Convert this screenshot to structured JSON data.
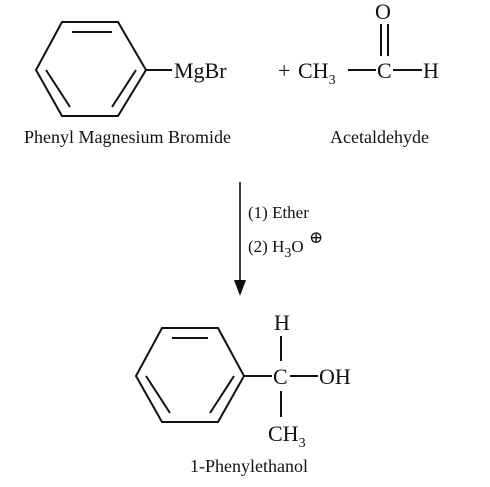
{
  "reactant1": {
    "group": "MgBr",
    "name": "Phenyl Magnesium Bromide"
  },
  "reactant2": {
    "plus": "+",
    "ch": "CH",
    "sub3": "3",
    "carbon": "C",
    "hydrogen": "H",
    "oxygen": "O",
    "name": "Acetaldehyde"
  },
  "conditions": {
    "step1": "(1) Ether",
    "step2_prefix": "(2) H",
    "step2_sub": "3",
    "step2_o": "O",
    "charge_symbol": "⊕"
  },
  "product": {
    "top_h": "H",
    "carbon": "C",
    "oh": "OH",
    "ch": "CH",
    "sub3": "3",
    "name": "1-Phenylethanol"
  }
}
